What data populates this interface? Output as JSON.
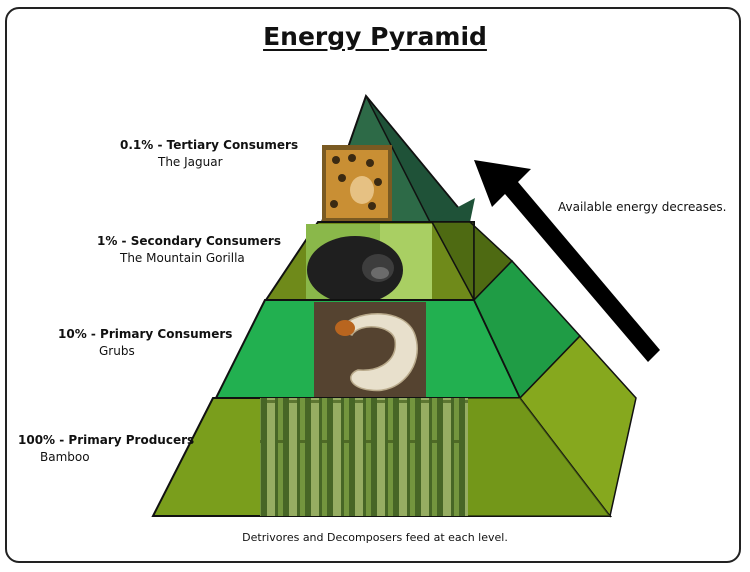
{
  "title": "Energy Pyramid",
  "levels": [
    {
      "label": "0.1% - Tertiary Consumers",
      "organism": "The Jaguar"
    },
    {
      "label": "1% - Secondary Consumers",
      "organism": "The Mountain Gorilla"
    },
    {
      "label": "10% - Primary Consumers",
      "organism": "Grubs"
    },
    {
      "label": "100% - Primary Producers",
      "organism": "Bamboo"
    }
  ],
  "arrow_text": "Available energy decreases.",
  "footer": "Detrivores and Decomposers feed at each level.",
  "colors": {
    "tier1": "#1e5a3c",
    "tier2": "#5a7a14",
    "tier3": "#22b050",
    "tier4": "#6e9a1a"
  }
}
